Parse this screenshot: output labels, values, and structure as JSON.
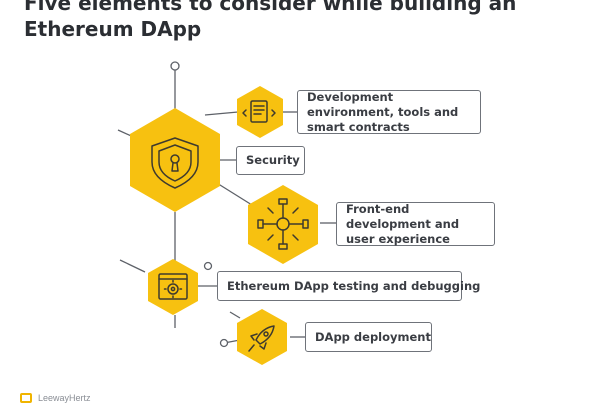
{
  "header": {
    "title": "Five elements to consider while building an Ethereum DApp"
  },
  "elements": [
    {
      "label": "Development environment, tools and smart contracts",
      "icon": "code-document-icon"
    },
    {
      "label": "Security",
      "icon": "shield-lock-icon"
    },
    {
      "label": "Front-end development and user experience",
      "icon": "network-hands-icon"
    },
    {
      "label": "Ethereum DApp testing and debugging",
      "icon": "gear-screen-icon"
    },
    {
      "label": "DApp deployment",
      "icon": "rocket-icon"
    }
  ],
  "colors": {
    "hexagon": "#f7c110",
    "connector": "#5d6168",
    "box_border": "#6f737a",
    "title": "#2b2e33"
  },
  "footer": {
    "brand": "LeewayHertz"
  }
}
